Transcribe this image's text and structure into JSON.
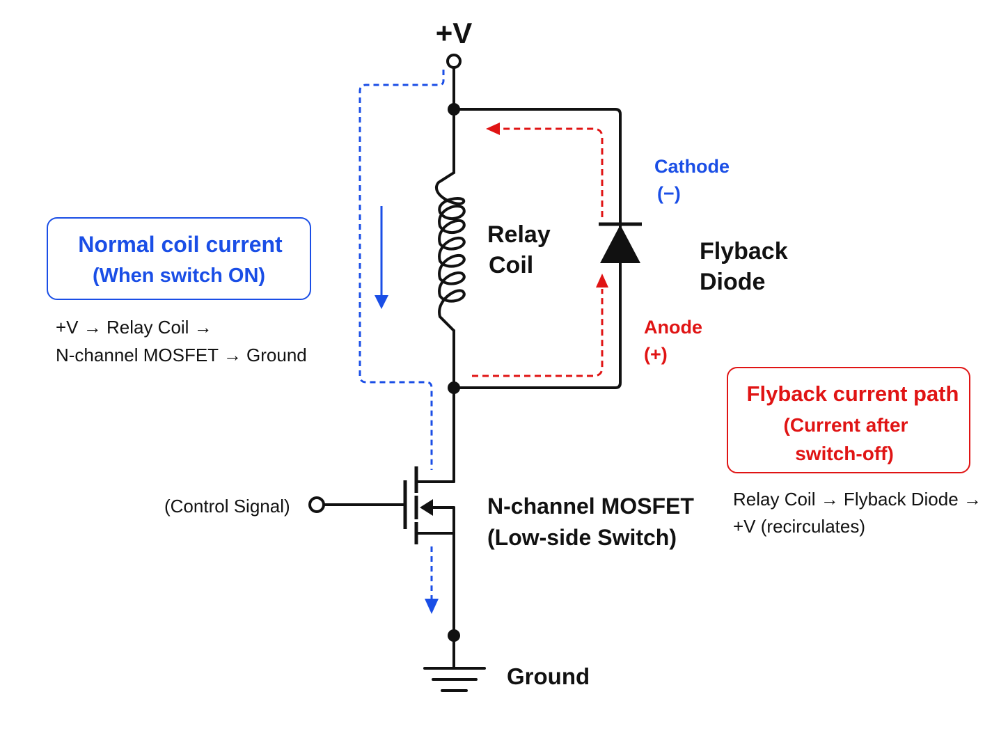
{
  "colors": {
    "wire": "#111111",
    "normal_path": "#1a4ee6",
    "flyback_path": "#e01414",
    "background": "#ffffff"
  },
  "labels": {
    "supply": "+V",
    "relay_coil_line1": "Relay",
    "relay_coil_line2": "Coil",
    "flyback_diode_line1": "Flyback",
    "flyback_diode_line2": "Diode",
    "cathode": "Cathode",
    "cathode_sign": "(−)",
    "anode": "Anode",
    "anode_sign": "(+)",
    "control_signal": "(Control Signal)",
    "mosfet_line1": "N-channel MOSFET",
    "mosfet_line2": "(Low-side Switch)",
    "ground": "Ground"
  },
  "normal_box": {
    "title": "Normal coil current",
    "subtitle": "(When switch ON)",
    "path_line1": "+V → Relay Coil →",
    "path_line2": "N-channel MOSFET → Ground"
  },
  "flyback_box": {
    "title": "Flyback current path",
    "subtitle_line1": "(Current after",
    "subtitle_line2": "switch-off)",
    "path_line1": "Relay Coil → Flyback Diode →",
    "path_line2": "+V (recirculates)"
  }
}
